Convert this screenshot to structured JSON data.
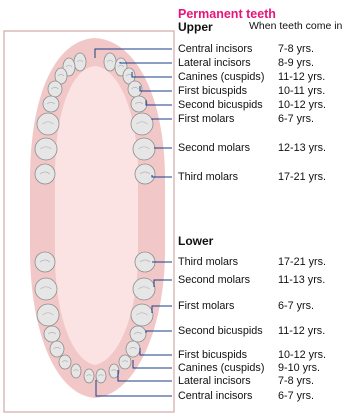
{
  "colors": {
    "title": "#e8137b",
    "gum": "#f2c7c7",
    "palate": "#fbe3e3",
    "tooth": "#e6e6e6",
    "tooth_edge": "#8d8d8d",
    "line": "#1b3d8a",
    "frame": "#cfa9a9"
  },
  "title": "Permanent teeth",
  "upper": {
    "heading": "Upper",
    "column_header": "When teeth come in",
    "rows": [
      {
        "name": "Central incisors",
        "age": "7-8 yrs."
      },
      {
        "name": "Lateral incisors",
        "age": "8-9 yrs."
      },
      {
        "name": "Canines (cuspids)",
        "age": "11-12 yrs."
      },
      {
        "name": "First bicuspids",
        "age": "10-11 yrs."
      },
      {
        "name": "Second bicuspids",
        "age": "10-12 yrs."
      },
      {
        "name": "First molars",
        "age": "6-7 yrs."
      },
      {
        "name": "Second molars",
        "age": "12-13 yrs."
      },
      {
        "name": "Third molars",
        "age": "17-21 yrs."
      }
    ]
  },
  "lower": {
    "heading": "Lower",
    "rows": [
      {
        "name": "Third molars",
        "age": "17-21 yrs."
      },
      {
        "name": "Second molars",
        "age": "11-13 yrs."
      },
      {
        "name": "First molars",
        "age": "6-7 yrs."
      },
      {
        "name": "Second bicuspids",
        "age": "11-12 yrs."
      },
      {
        "name": "First bicuspids",
        "age": "10-12 yrs."
      },
      {
        "name": "Canines (cuspids)",
        "age": "9-10 yrs."
      },
      {
        "name": "Lateral incisors",
        "age": "7-8 yrs."
      },
      {
        "name": "Central incisors",
        "age": "6-7 yrs."
      }
    ]
  }
}
